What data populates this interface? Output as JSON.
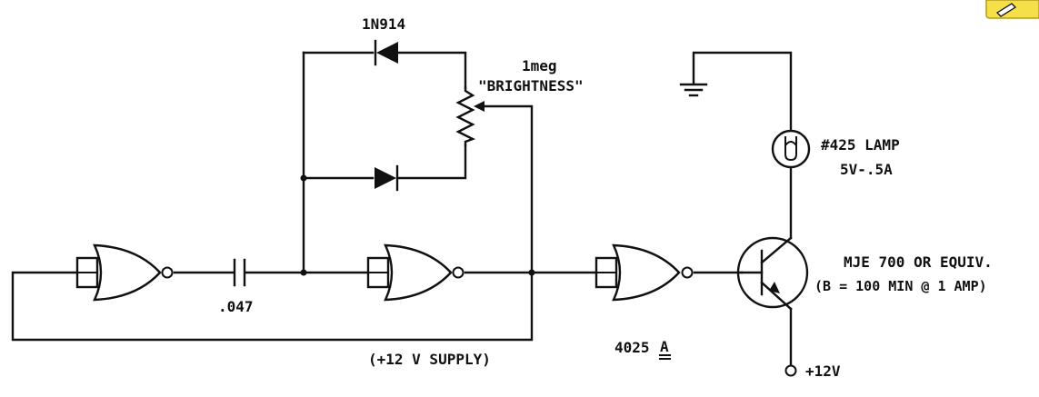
{
  "labels": {
    "diode_top": "1N914",
    "pot_value": "1meg",
    "pot_name": "\"BRIGHTNESS\"",
    "capacitor": ".047",
    "supply": "(+12 V SUPPLY)",
    "ic": "4025",
    "ic_unit": "A",
    "lamp_name": "#425 LAMP",
    "lamp_rating": "5V-.5A",
    "transistor_name": "MJE 700 OR EQUIV.",
    "transistor_spec": "(B = 100 MIN @ 1 AMP)",
    "vplus": "+12V"
  }
}
